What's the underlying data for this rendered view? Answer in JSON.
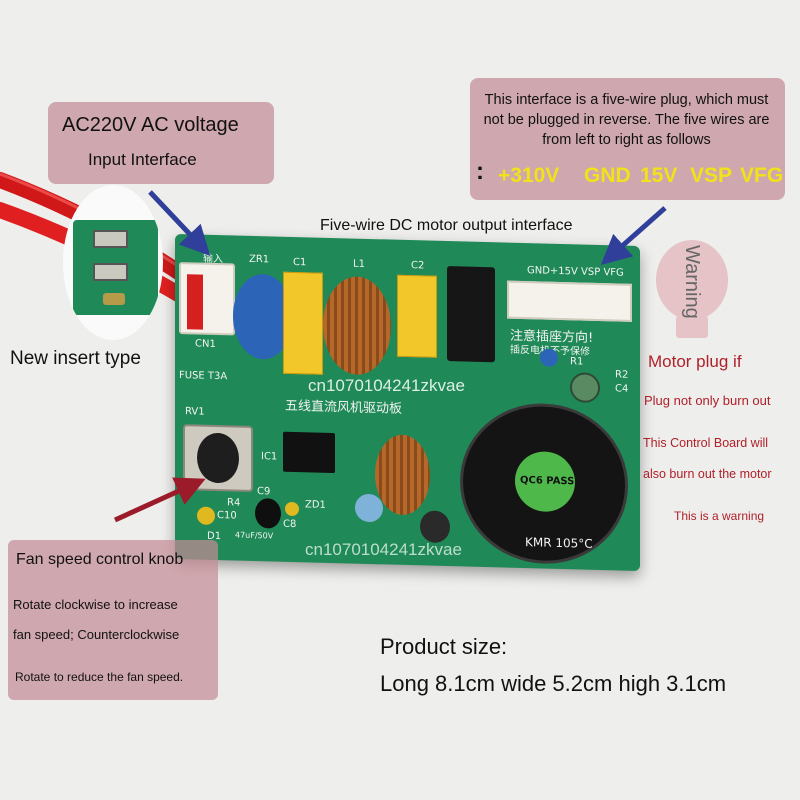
{
  "callouts": {
    "input": {
      "line1": "AC220V AC voltage",
      "line2": "Input Interface"
    },
    "plug": {
      "text": "This interface is a five-wire plug, which must not be plugged in reverse. The five wires are from left to right as follows",
      "colon": ":",
      "pins": [
        "+310V",
        "GND",
        "15V",
        "VSP",
        "VFG"
      ]
    },
    "knob": {
      "title": "Fan speed control knob",
      "line1": "Rotate clockwise to increase",
      "line2": "fan speed; Counterclockwise",
      "line3": "Rotate to reduce the fan speed."
    }
  },
  "labels": {
    "output_interface": "Five-wire DC motor output interface",
    "new_insert": "New insert type",
    "warning_bulb": "Warning",
    "warning_title": "Motor plug if",
    "warning_line1": "Plug not only burn out",
    "warning_line2": "This Control Board will",
    "warning_line3": "also burn out the motor",
    "warning_line4": "This is a warning",
    "size_title": "Product size:",
    "size_value": "Long 8.1cm wide 5.2cm high 3.1cm"
  },
  "watermarks": [
    "cn1070104241zkvae",
    "cn1070104241zkvae"
  ],
  "board_silkscreen": {
    "input_pin": "输入",
    "cn1": "CN1",
    "zr1": "ZR1",
    "c1": "C1",
    "l1": "L1",
    "c2": "C2",
    "header": "GND+15V VSP VFG",
    "fuse": "FUSE T3A",
    "notice": "注意插座方向!",
    "notice2": "插反电机不予保修",
    "title_cn": "五线直流风机驱动板",
    "rv1": "RV1",
    "ic1": "IC1",
    "r4": "R4",
    "c10": "C10",
    "c9": "C9",
    "c8": "C8",
    "zd1": "ZD1",
    "d1": "D1",
    "r1": "R1",
    "r2": "R2",
    "c4": "C4",
    "cap_spec": "47uF/50V",
    "electrolytic": "KMR 105°C",
    "qc_pass": "QC6 PASS"
  },
  "colors": {
    "pcb": "#1f8a57",
    "callout": "#c48c96",
    "arrow": "#2f3f9a",
    "arrow_red": "#9b1b2a",
    "warning_red": "#b0202a",
    "pin_yellow": "#f2e21a"
  }
}
